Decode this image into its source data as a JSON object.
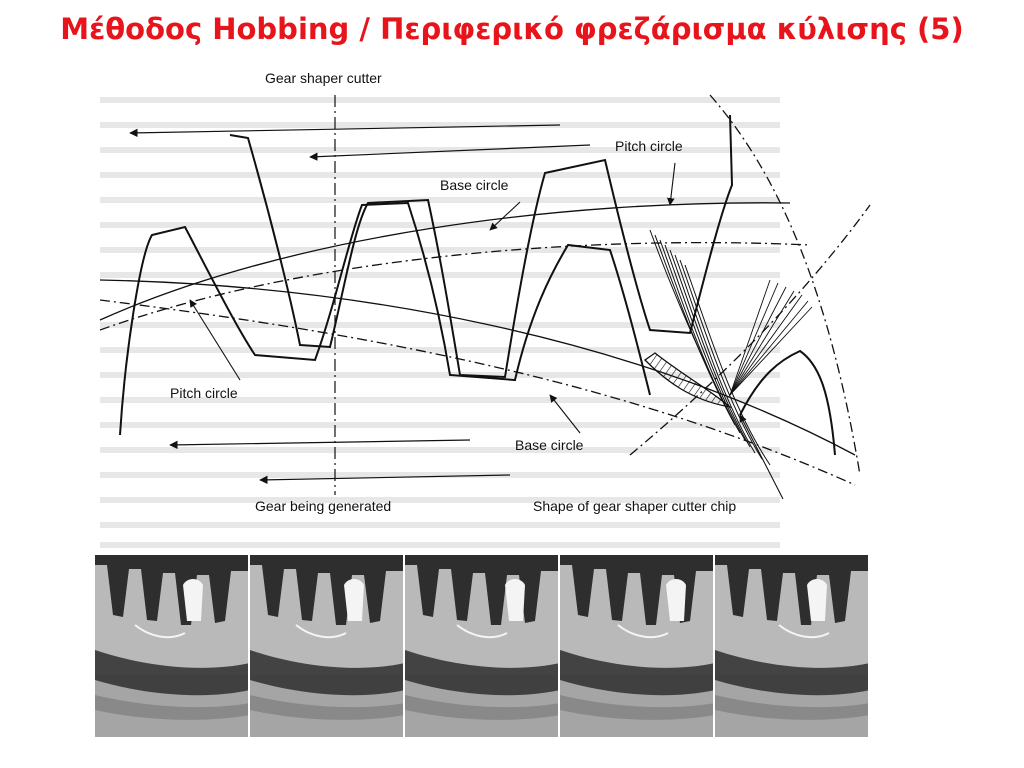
{
  "slide": {
    "title": "Μέθοδος Hobbing / Περιφερικό φρεζάρισμα κύλισης (5)"
  },
  "diagram": {
    "labels": {
      "gear_shaper_cutter": "Gear shaper cutter",
      "pitch_circle_top": "Pitch circle",
      "base_circle_top": "Base circle",
      "pitch_circle_left": "Pitch circle",
      "base_circle_bottom": "Base circle",
      "gear_being_generated": "Gear being generated",
      "chip_shape": "Shape of gear shaper cutter chip"
    }
  },
  "photos": {
    "count": 5,
    "colors": {
      "bg": "#b9b9b9",
      "dark": "#2e2e2e",
      "light": "#f4f4f4",
      "mid": "#7d7d7d"
    }
  }
}
